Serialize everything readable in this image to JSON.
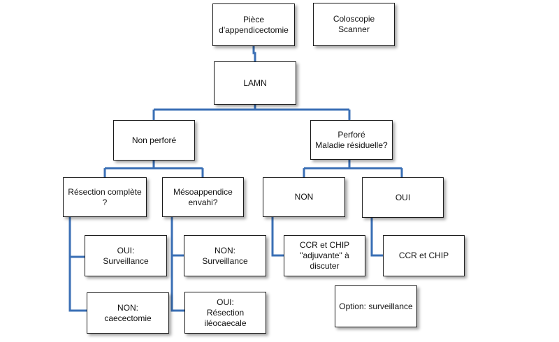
{
  "colors": {
    "connector": "#3a6fb5",
    "box_border": "#1a1a1a",
    "text": "#111111"
  },
  "nodes": {
    "piece": [
      "Pièce",
      "d'appendicectomie"
    ],
    "exams": [
      "Coloscopie",
      "Scanner"
    ],
    "lamn": [
      "LAMN"
    ],
    "non_perfore": [
      "Non perforé"
    ],
    "perfore": [
      "Perforé",
      "Maladie résiduelle?"
    ],
    "resection_complete": [
      "Résection complète",
      "?"
    ],
    "mesoappendice": [
      "Mésoappendice",
      "envahi?"
    ],
    "non_residual": [
      "NON"
    ],
    "oui_residual": [
      "OUI"
    ],
    "oui_surveillance": [
      "OUI:",
      "Surveillance"
    ],
    "non_caecectomie": [
      "NON:",
      "caecectomie"
    ],
    "non_surveillance": [
      "NON:",
      "Surveillance"
    ],
    "oui_resection": [
      "OUI:",
      "Résection",
      "iléocaecale"
    ],
    "ccr_chip_adjuvante": [
      "CCR et CHIP",
      "\"adjuvante\" à",
      "discuter"
    ],
    "ccr_chip": [
      "CCR et CHIP"
    ],
    "option_surveillance": [
      "Option: surveillance"
    ]
  }
}
